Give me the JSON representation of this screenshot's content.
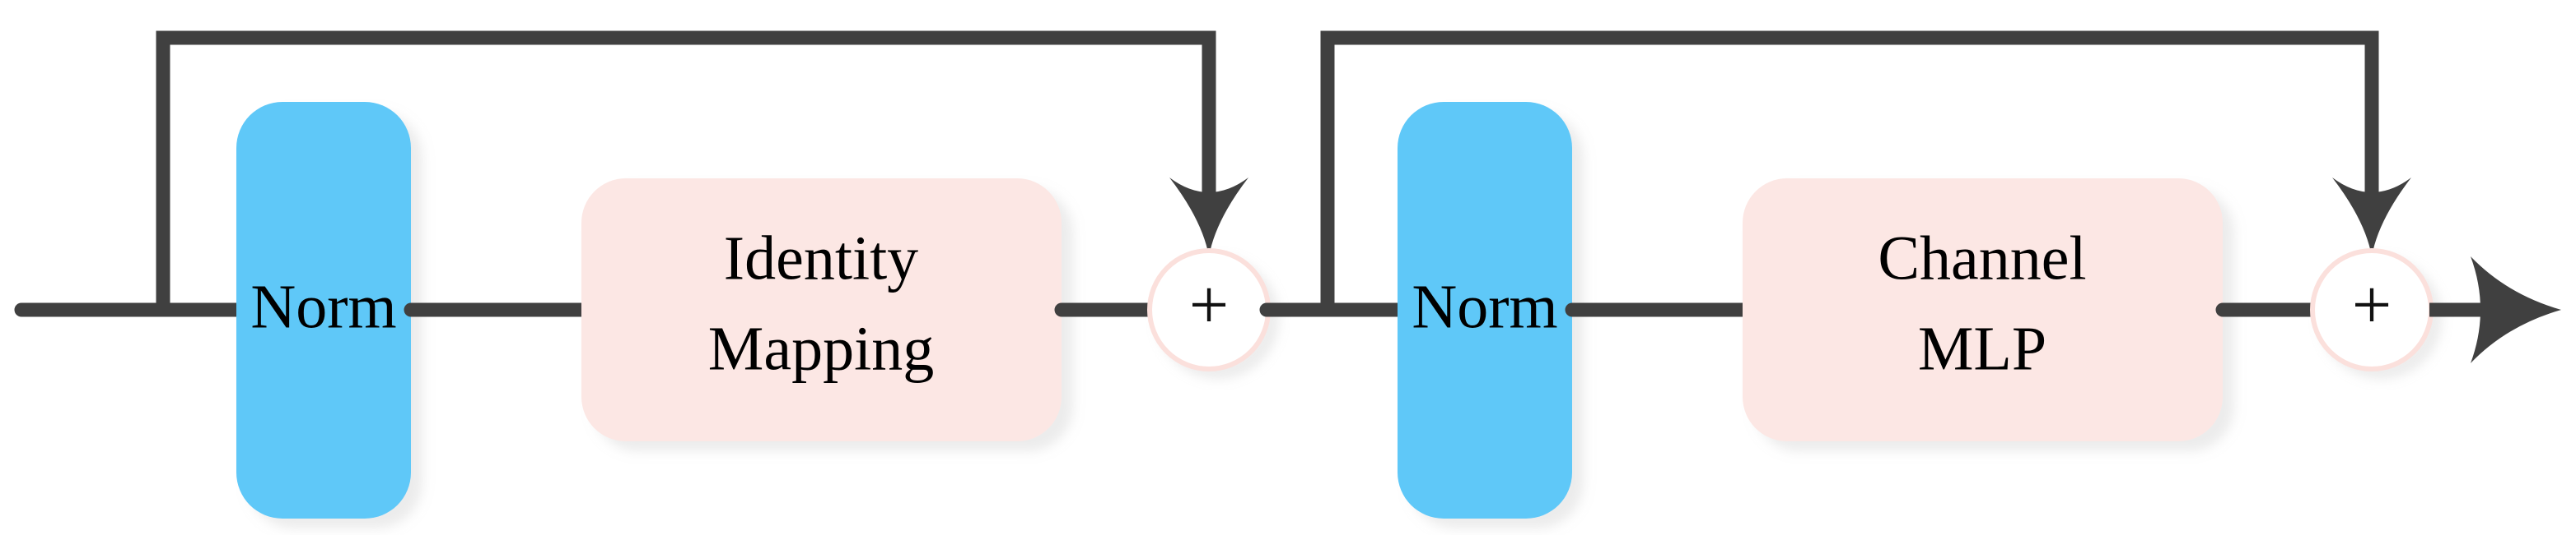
{
  "diagram": {
    "title": "Transformer-style block: Norm + Identity Mapping residual, then Norm + Channel MLP residual",
    "colors": {
      "background": "#ffffff",
      "norm_fill": "#5FC8F8",
      "op_fill": "#FCE7E4",
      "line": "#404040",
      "circle_stroke": "#FBE0DC",
      "circle_fill": "#ffffff",
      "text": "#000000",
      "shadow": "#E8E8E8"
    },
    "blocks": [
      {
        "id": "norm-1",
        "kind": "norm",
        "label": "Norm",
        "label2": ""
      },
      {
        "id": "identity-1",
        "kind": "op",
        "label": "Identity",
        "label2": "Mapping"
      },
      {
        "id": "add-1",
        "kind": "add",
        "label": "+",
        "label2": ""
      },
      {
        "id": "norm-2",
        "kind": "norm",
        "label": "Norm",
        "label2": ""
      },
      {
        "id": "mlp-1",
        "kind": "op",
        "label": "Channel",
        "label2": "MLP"
      },
      {
        "id": "add-2",
        "kind": "add",
        "label": "+",
        "label2": ""
      }
    ],
    "connections": [
      {
        "id": "input-line",
        "type": "line",
        "label": ""
      },
      {
        "id": "skip-1",
        "type": "skip-arrow",
        "label": ""
      },
      {
        "id": "norm1-to-identity",
        "type": "line",
        "label": ""
      },
      {
        "id": "identity-to-add1",
        "type": "line",
        "label": ""
      },
      {
        "id": "add1-to-norm2",
        "type": "line",
        "label": ""
      },
      {
        "id": "skip-2",
        "type": "skip-arrow",
        "label": ""
      },
      {
        "id": "norm2-to-mlp",
        "type": "line",
        "label": ""
      },
      {
        "id": "mlp-to-add2",
        "type": "line",
        "label": ""
      },
      {
        "id": "output-arrow",
        "type": "arrow",
        "label": ""
      }
    ]
  }
}
